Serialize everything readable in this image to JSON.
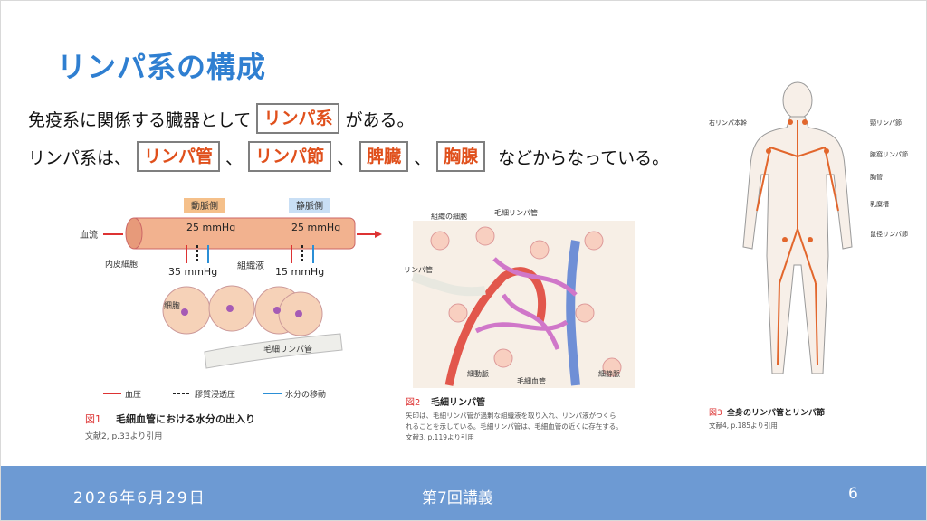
{
  "title": "リンパ系の構成",
  "line1": {
    "before": "免疫系に関係する臓器として",
    "box": "リンパ系",
    "after": "がある。"
  },
  "line2": {
    "lead": "リンパ系は、",
    "boxes": [
      "リンパ管",
      "リンパ節",
      "脾臓",
      "胸腺"
    ],
    "seps": [
      "、",
      "、",
      "、"
    ],
    "tail": "などからなっている。"
  },
  "fig1": {
    "label_artery": "動脈側",
    "label_vein": "静脈側",
    "blood_flow": "血流",
    "endothelium": "内皮細胞",
    "p_left": "25 mmHg",
    "p_right": "25 mmHg",
    "p_left_low": "35 mmHg",
    "p_right_low": "15 mmHg",
    "tissue_fluid": "組織液",
    "cell": "細胞",
    "lymph_cap": "毛細リンパ管",
    "legend_bp": "血圧",
    "legend_osm": "膠質浸透圧",
    "legend_water": "水分の移動",
    "caption_num": "図1",
    "caption": "毛細血管における水分の出入り",
    "source": "文献2, p.33より引用"
  },
  "fig2": {
    "lbl_tissue_cell": "組織の細胞",
    "lbl_lymph_cap": "毛細リンパ管",
    "lbl_lymph_vessel": "リンパ管",
    "lbl_arteriole": "細動脈",
    "lbl_capillary": "毛細血管",
    "lbl_venule": "細静脈",
    "caption_num": "図2",
    "caption": "毛細リンパ管",
    "desc1": "矢印は、毛細リンパ管が過剰な組織液を取り入れ、リンパ液がつくら",
    "desc2": "れることを示している。毛細リンパ管は、毛細血管の近くに存在する。",
    "source": "文献3, p.119より引用"
  },
  "fig3": {
    "lbl_right_duct": "右リンパ本幹",
    "lbl_neck": "頸リンパ節",
    "lbl_axilla": "腋窩リンパ節",
    "lbl_thoracic": "胸管",
    "lbl_cisterna": "乳糜槽",
    "lbl_inguinal": "鼠径リンパ節",
    "caption_num": "図3",
    "caption": "全身のリンパ管とリンパ節",
    "source": "文献4, p.185より引用"
  },
  "footer": {
    "date": "2026年6月29日",
    "title": "第7回講義",
    "page": "6"
  },
  "colors": {
    "title": "#2f7fd1",
    "highlight": "#e0501c",
    "footer": "#6d9ad3"
  }
}
